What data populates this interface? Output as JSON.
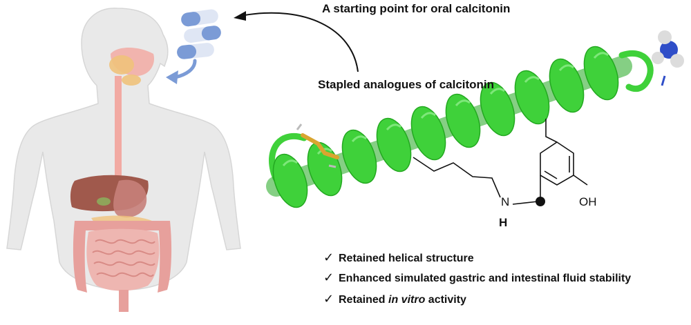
{
  "labels": {
    "top_caption": "A starting point for oral calcitonin",
    "mid_caption": "Stapled analogues of calcitonin"
  },
  "benefits": [
    {
      "check": "✓",
      "text": "Retained helical structure"
    },
    {
      "check": "✓",
      "text": "Enhanced simulated gastric and intestinal fluid stability"
    },
    {
      "check": "✓",
      "pre": "Retained ",
      "italic": "in vitro",
      "post": " activity"
    }
  ],
  "chemistry": {
    "amine_n": "N",
    "amine_h": "H",
    "hydroxyl": "OH"
  },
  "colors": {
    "helix": "#3fd13a",
    "helix_dark": "#23a820",
    "organ_liver": "#a0594c",
    "organ_intestine": "#e7a09c",
    "esophagus": "#f2aaa3",
    "pill_blue": "#7b9bd6",
    "arrow_blue": "#7b9bd6",
    "skin": "#e9e9e9"
  }
}
